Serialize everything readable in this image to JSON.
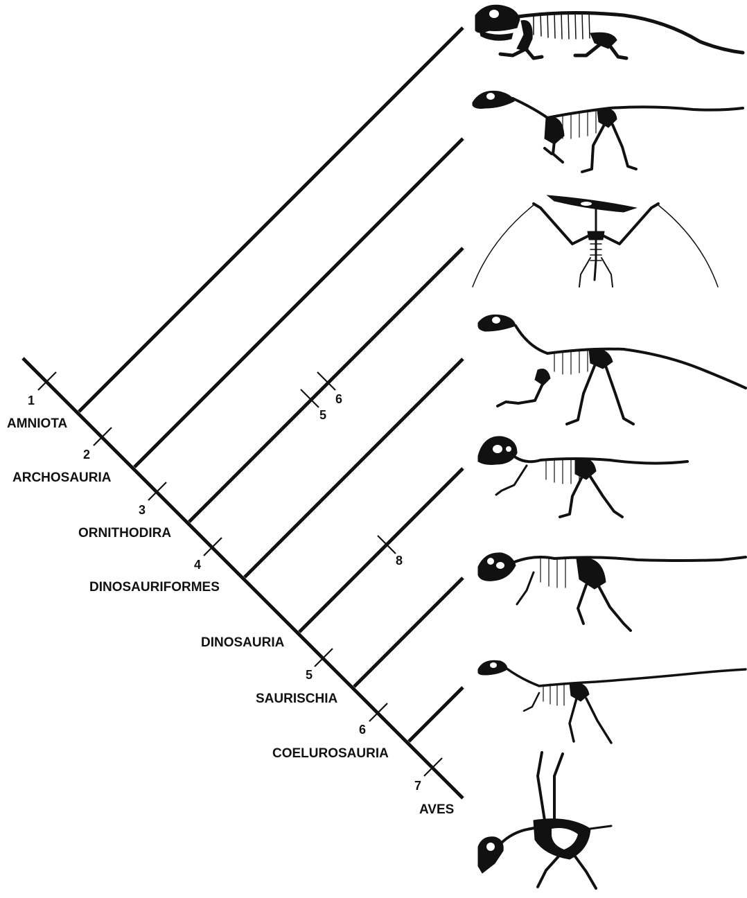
{
  "clades": [
    {
      "id": "amniota",
      "label": "AMNIOTA"
    },
    {
      "id": "archosauria",
      "label": "ARCHOSAURIA"
    },
    {
      "id": "ornithodira",
      "label": "ORNITHODIRA"
    },
    {
      "id": "dinosauriformes",
      "label": "DINOSAURIFORMES"
    },
    {
      "id": "dinosauria",
      "label": "DINOSAURIA"
    },
    {
      "id": "saurischia",
      "label": "SAURISCHIA"
    },
    {
      "id": "coelurosauria",
      "label": "COELUROSAURIA"
    },
    {
      "id": "aves",
      "label": "AVES"
    }
  ],
  "characters": [
    {
      "id": "c1",
      "label": "1"
    },
    {
      "id": "c2",
      "label": "2"
    },
    {
      "id": "c3",
      "label": "3"
    },
    {
      "id": "c4",
      "label": "4"
    },
    {
      "id": "c5a",
      "label": "5"
    },
    {
      "id": "c6a",
      "label": "6"
    },
    {
      "id": "c5b",
      "label": "5"
    },
    {
      "id": "c6b",
      "label": "6"
    },
    {
      "id": "c7",
      "label": "7"
    },
    {
      "id": "c8",
      "label": "8"
    }
  ],
  "taxa_icons": [
    "lizard-skeleton-icon",
    "crocodylomorph-skeleton-icon",
    "pterosaur-skeleton-icon",
    "dinosauromorph-skeleton-icon",
    "ornithischian-skeleton-icon",
    "theropod-skeleton-icon",
    "coelurosaur-skeleton-icon",
    "bird-skeleton-icon"
  ],
  "colors": {
    "ink": "#111111",
    "background": "#ffffff"
  }
}
